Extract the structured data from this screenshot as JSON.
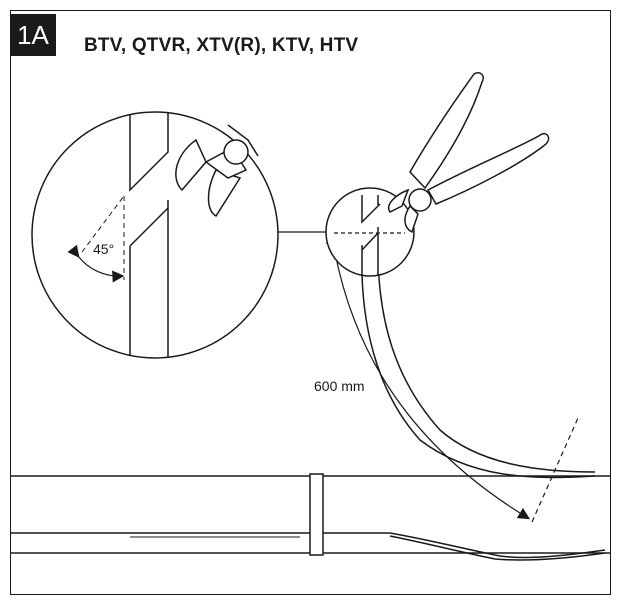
{
  "step": "1A",
  "title": "BTV, QTVR, XTV(R), KTV, HTV",
  "angle_label": "45°",
  "distance_label": "600 mm",
  "colors": {
    "line": "#1a1a1a",
    "background": "#ffffff"
  }
}
